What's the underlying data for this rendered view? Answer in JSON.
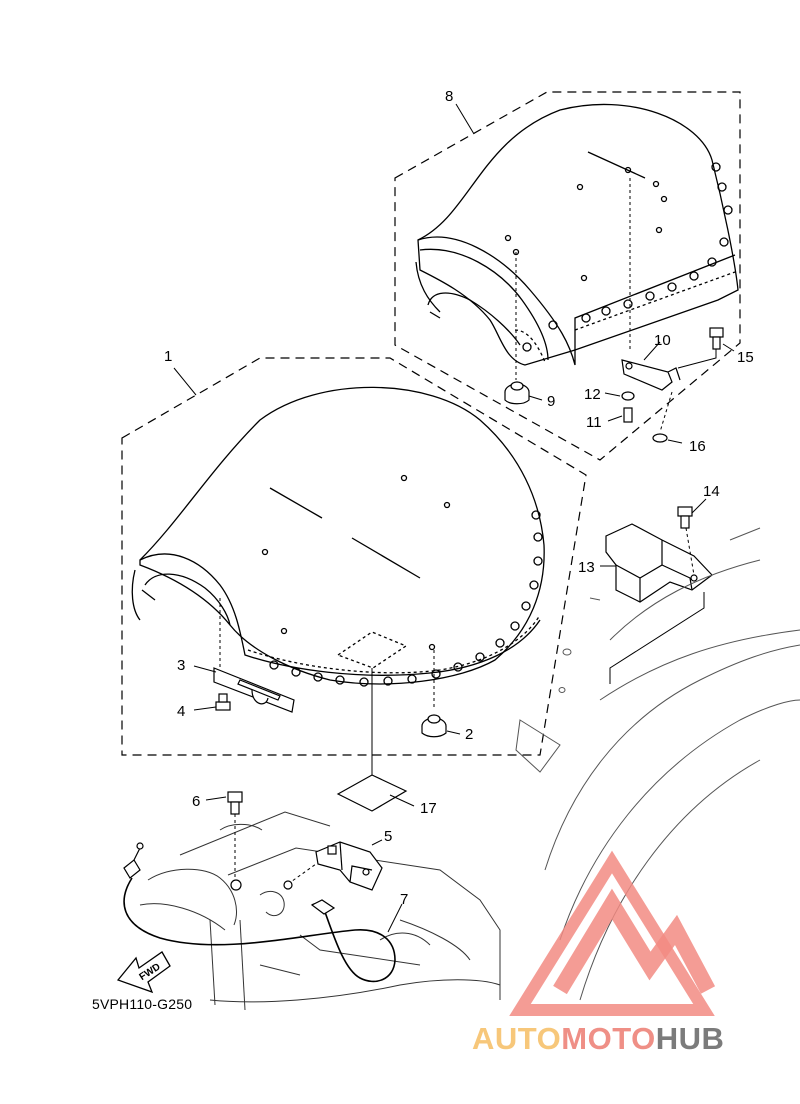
{
  "diagram": {
    "code_label": "5VPH110-G250",
    "fwd_label": "FWD",
    "callouts": {
      "c1": "1",
      "c2": "2",
      "c3": "3",
      "c4": "4",
      "c5": "5",
      "c6": "6",
      "c7": "7",
      "c8": "8",
      "c9": "9",
      "c10": "10",
      "c11": "11",
      "c12": "12",
      "c13": "13",
      "c14": "14",
      "c15": "15",
      "c16": "16",
      "c17": "17"
    }
  },
  "watermark": {
    "part1": "AUTO",
    "part2": "MOTO",
    "part3": "HUB",
    "colors": {
      "auto": "#f7c77a",
      "moto": "#ef8f86",
      "hub": "#7b7b7b",
      "logo": "#f28b82"
    }
  }
}
